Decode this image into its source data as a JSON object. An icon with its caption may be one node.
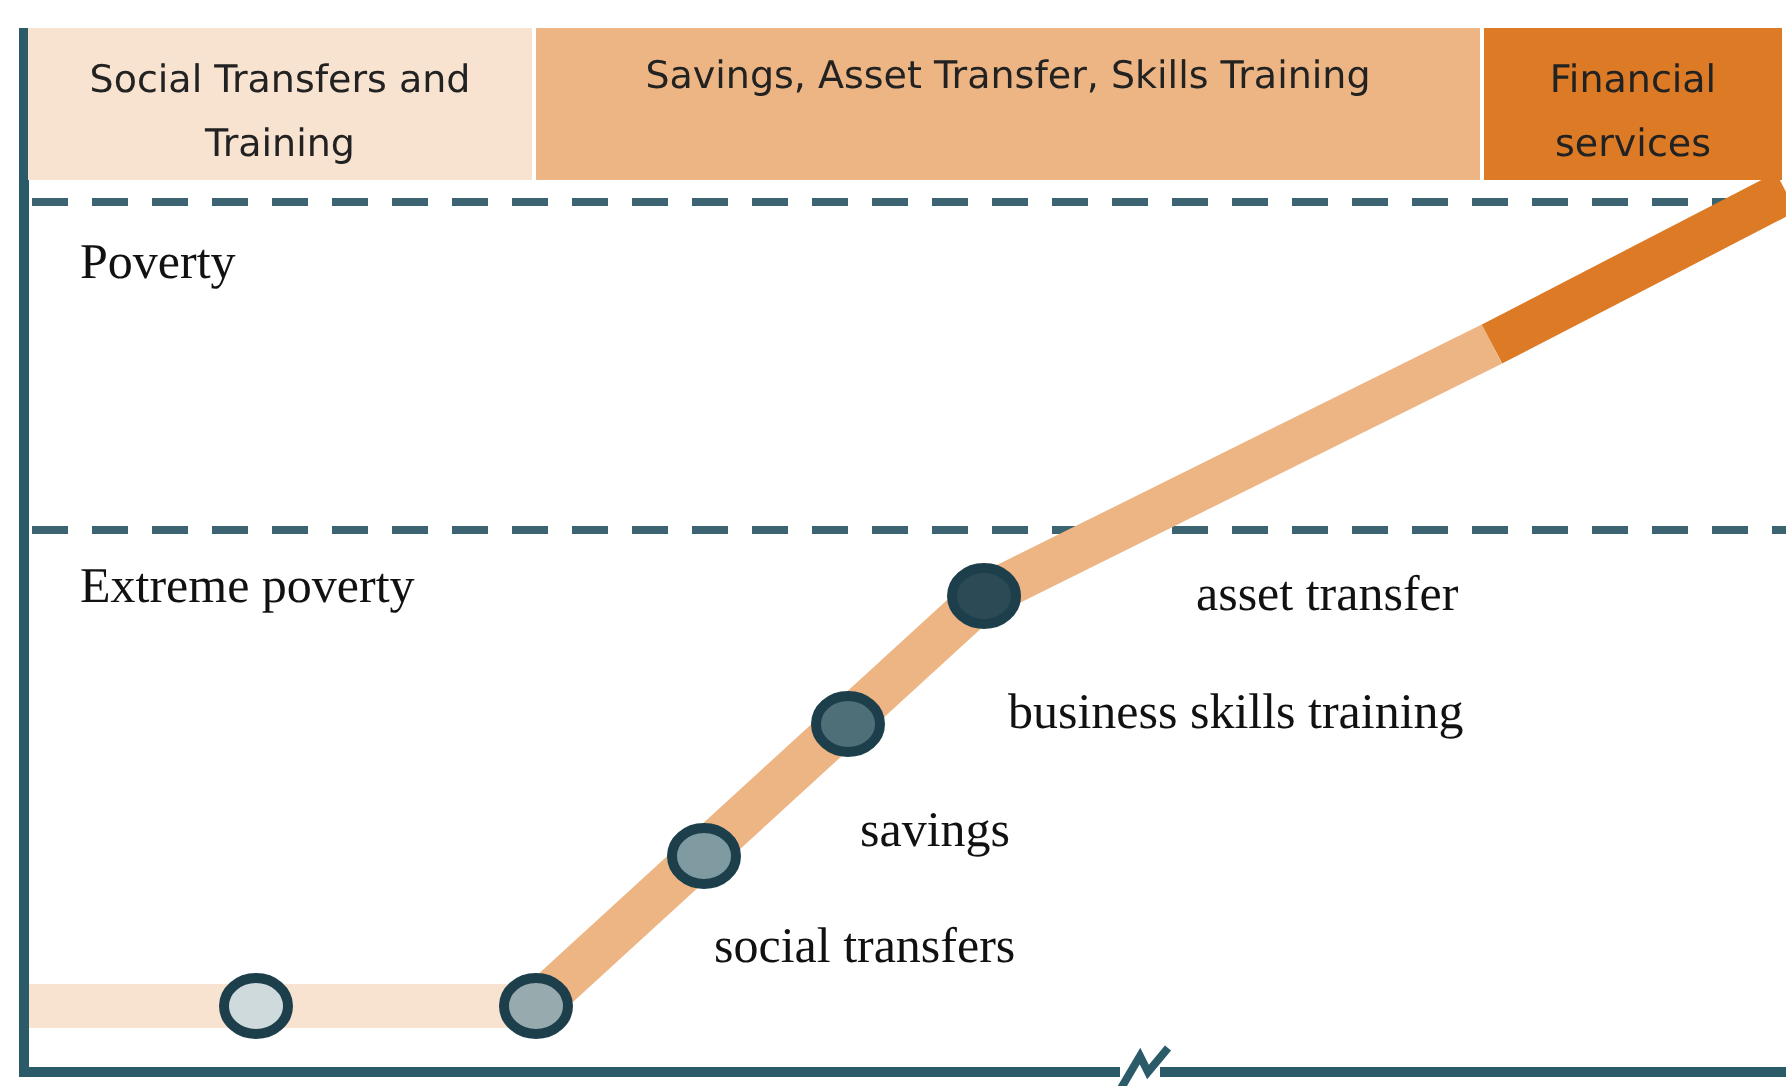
{
  "diagram": {
    "nodes": [
      {
        "text": [
          "Social Transfers and Training"
        ]
      },
      {
        "text": [
          "Savings, Asset Transfer, Skills Training"
        ]
      },
      {
        "text": [
          "Financial services"
        ]
      }
    ],
    "labels": [
      "Poverty",
      "Extreme poverty",
      "asset transfer",
      "business skills training",
      "savings",
      "social transfers"
    ]
  }
}
